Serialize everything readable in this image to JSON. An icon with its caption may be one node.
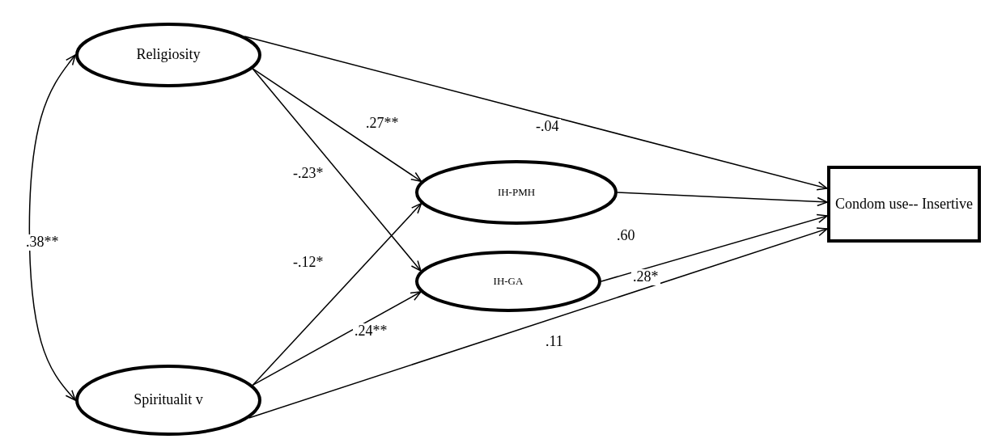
{
  "diagram": {
    "nodes": [
      {
        "text": [
          "Religiosity"
        ]
      },
      {
        "text": [
          "IH-PMH"
        ]
      },
      {
        "text": [
          "IH-GA"
        ]
      },
      {
        "text": [
          "Condom use-- Insertive"
        ]
      },
      {
        "text": [
          "Spiritualit v"
        ]
      }
    ],
    "edges": [
      {
        "from": 0,
        "to": 4,
        "arrow": "both",
        "label": ".38**"
      },
      {
        "from": 0,
        "to": 3,
        "arrow": "to",
        "label": "-.04"
      },
      {
        "from": 0,
        "to": 1,
        "arrow": "to",
        "label": ".27**"
      },
      {
        "from": 0,
        "to": 2,
        "arrow": "to",
        "label": "-.23*"
      },
      {
        "from": 4,
        "to": 1,
        "arrow": "to",
        "label": "-.12*"
      },
      {
        "from": 4,
        "to": 2,
        "arrow": "to",
        "label": ".24**"
      },
      {
        "from": 1,
        "to": 3,
        "arrow": "to",
        "label": ".60"
      },
      {
        "from": 2,
        "to": 3,
        "arrow": "to",
        "label": ".28*"
      },
      {
        "from": 4,
        "to": 3,
        "arrow": "to",
        "label": ".11"
      }
    ]
  }
}
